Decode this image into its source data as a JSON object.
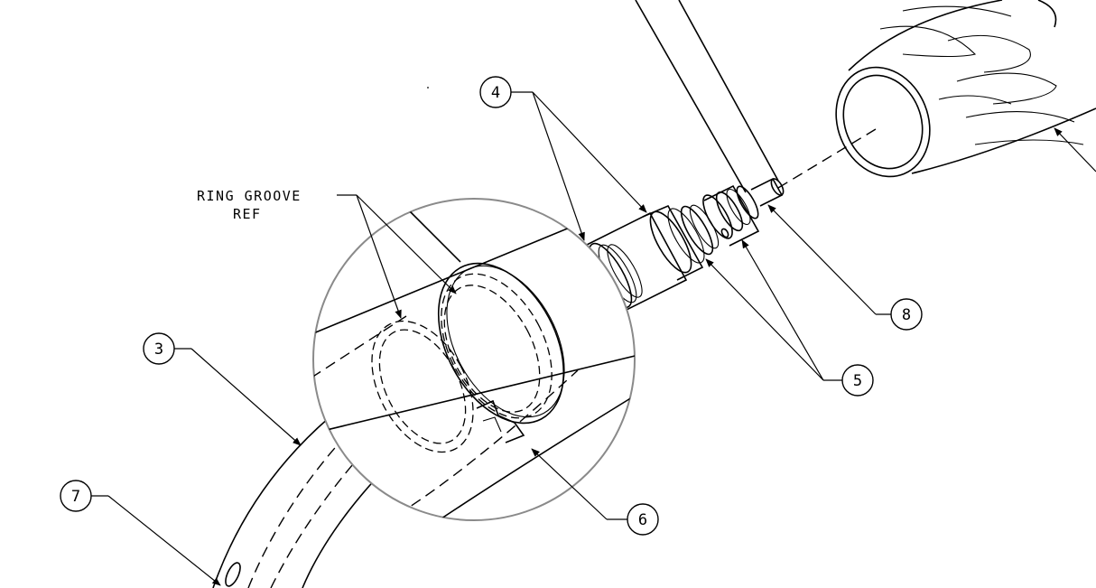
{
  "drawing": {
    "note_line1": "RING GROOVE",
    "note_line2": "REF",
    "balloons": {
      "b3": "3",
      "b4": "4",
      "b5": "5",
      "b6": "6",
      "b7": "7",
      "b8": "8"
    }
  }
}
